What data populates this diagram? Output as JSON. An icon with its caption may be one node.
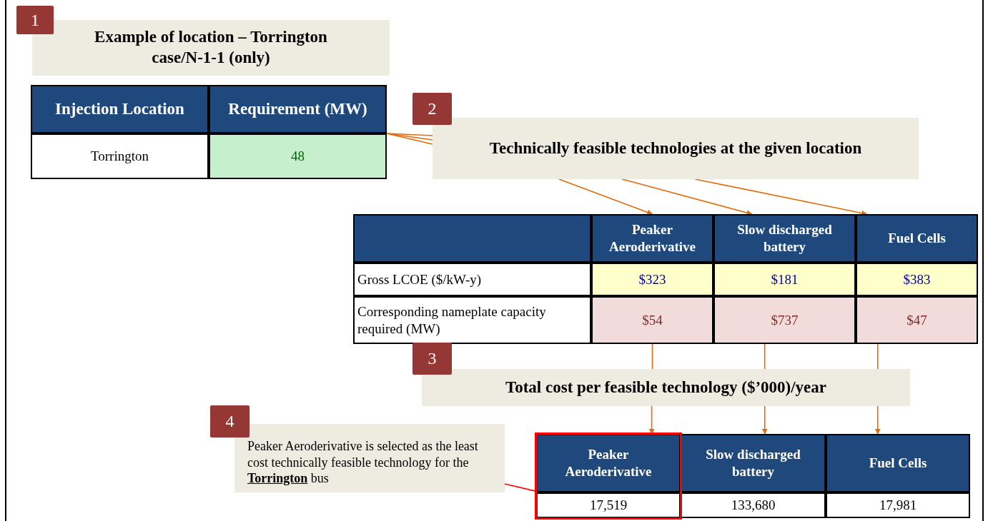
{
  "diagram": {
    "nodes": [
      {
        "text": [
          "Example of location – Torrington case/N-1-1 (only)"
        ]
      },
      {
        "text": [
          "Injection Location"
        ]
      },
      {
        "text": [
          "Requirement (MW)"
        ]
      },
      {
        "text": [
          "Torrington"
        ]
      },
      {
        "text": [
          "48"
        ]
      },
      {
        "text": [
          "Technically feasible technologies at the given location"
        ]
      },
      {
        "text": [],
        "shape": "box"
      },
      {
        "text": [
          "Peaker Aeroderivative"
        ]
      },
      {
        "text": [
          "Slow discharged battery"
        ]
      },
      {
        "text": [
          "Fuel Cells"
        ]
      },
      {
        "text": [
          "Gross LCOE ($/kW-y)"
        ]
      },
      {
        "text": [
          "$323"
        ]
      },
      {
        "text": [
          "$181"
        ]
      },
      {
        "text": [
          "$383"
        ]
      },
      {
        "text": [
          "Corresponding nameplate capacity required (MW)"
        ]
      },
      {
        "text": [
          "$54"
        ]
      },
      {
        "text": [
          "$737"
        ]
      },
      {
        "text": [
          "$47"
        ]
      },
      {
        "text": [
          "Total cost per feasible technology ($’000)/year"
        ]
      },
      {
        "text": [
          "Peaker Aeroderivative is selected as the least cost technically feasible technology for the **Torrington** bus"
        ]
      },
      {
        "text": [
          "Peaker Aeroderivative"
        ]
      },
      {
        "text": [
          "Slow discharged battery"
        ]
      },
      {
        "text": [
          "Fuel Cells"
        ]
      },
      {
        "text": [
          "17,519"
        ]
      },
      {
        "text": [
          "133,680"
        ]
      },
      {
        "text": [
          "17,981"
        ]
      }
    ],
    "edges": [
      {
        "from": 4,
        "to": 5,
        "arrow": "none"
      },
      {
        "from": 4,
        "to": 5,
        "arrow": "none"
      },
      {
        "from": 4,
        "to": 5,
        "arrow": "none"
      },
      {
        "from": 5,
        "to": 7,
        "arrow": "to"
      },
      {
        "from": 5,
        "to": 8,
        "arrow": "to"
      },
      {
        "from": 5,
        "to": 9,
        "arrow": "to"
      },
      {
        "from": 15,
        "to": 18,
        "arrow": "none"
      },
      {
        "from": 16,
        "to": 18,
        "arrow": "none"
      },
      {
        "from": 17,
        "to": 18,
        "arrow": "none"
      },
      {
        "from": 18,
        "to": 20,
        "arrow": "to"
      },
      {
        "from": 18,
        "to": 21,
        "arrow": "to"
      },
      {
        "from": 18,
        "to": 22,
        "arrow": "to"
      },
      {
        "from": 19,
        "to": 20,
        "arrow": "none",
        "color": "#ff0000"
      }
    ],
    "labels": [
      "1",
      "2",
      "3",
      "4"
    ]
  }
}
